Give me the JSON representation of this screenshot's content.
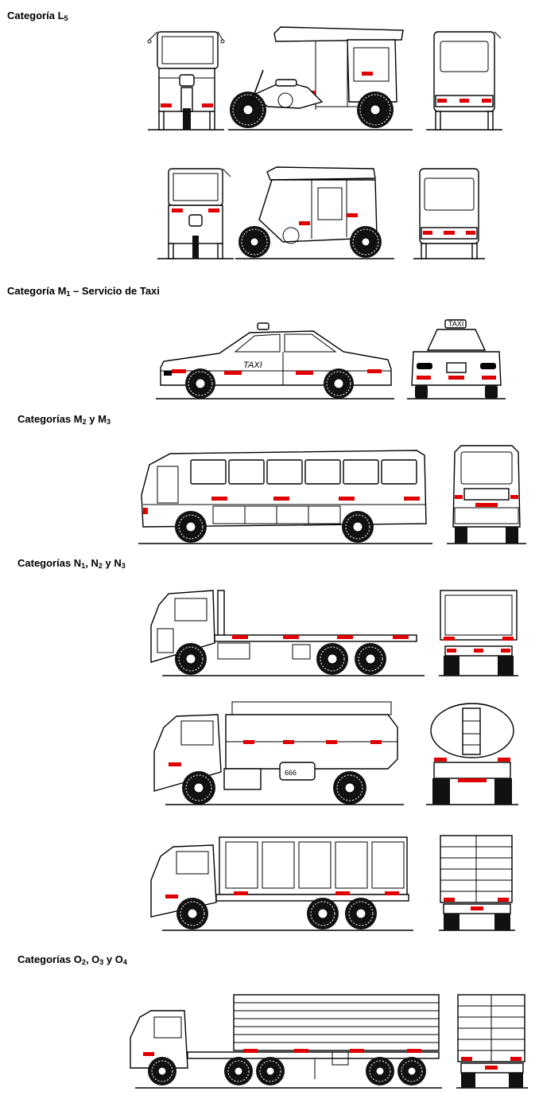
{
  "headings": {
    "l5": {
      "prefix": "Categoría L",
      "sub1": "5"
    },
    "m1": {
      "prefix": "Categoría M",
      "sub1": "1",
      "suffix": " – Servicio de Taxi"
    },
    "m2m3": {
      "prefix": "Categorías M",
      "sub1": "2",
      "mid": " y M",
      "sub2": "3"
    },
    "n": {
      "prefix": "Categorías N",
      "sub1": "1",
      "mid1": ", N",
      "sub2": "2",
      "mid2": " y N",
      "sub3": "3"
    },
    "o": {
      "prefix": "Categorías O",
      "sub1": "2",
      "mid1": ", O",
      "sub2": "3",
      "mid2": " y O",
      "sub3": "4"
    }
  },
  "labels": {
    "taxi_side": "TAXI",
    "taxi_roof": "TAXI",
    "tank_plate": "666"
  },
  "colors": {
    "reflective_tape": "#e10000",
    "line": "#000000",
    "background": "#ffffff"
  }
}
